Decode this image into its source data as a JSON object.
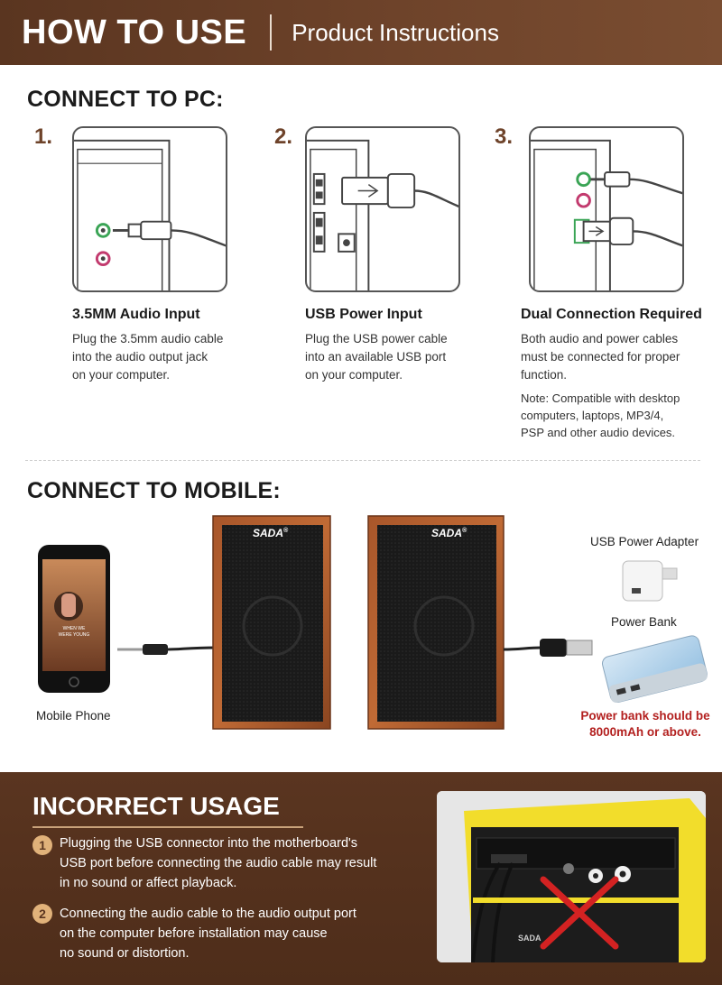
{
  "header": {
    "title": "HOW TO USE",
    "subtitle": "Product Instructions"
  },
  "pc": {
    "section_title": "CONNECT TO PC:",
    "steps": [
      {
        "num": "1.",
        "heading": "3.5MM Audio Input",
        "lines": [
          "Plug the 3.5mm audio cable",
          "into the audio output jack",
          "on your computer."
        ]
      },
      {
        "num": "2.",
        "heading": "USB Power Input",
        "lines": [
          "Plug the USB power cable",
          "into an available USB port",
          "on your computer."
        ]
      },
      {
        "num": "3.",
        "heading": "Dual Connection Required",
        "lines": [
          "Both audio and power cables",
          "must be connected for proper",
          "function."
        ],
        "note": [
          "Note: Compatible with desktop",
          "computers, laptops, MP3/4,",
          "PSP and other audio devices."
        ]
      }
    ]
  },
  "mobile": {
    "section_title": "CONNECT TO MOBILE:",
    "brand": "SADA",
    "brand_mark": "®",
    "phone_caption": "Mobile Phone",
    "phone_screen_text": [
      "WHEN WE",
      "WERE YOUNG"
    ],
    "adapter_caption": "USB Power Adapter",
    "powerbank_caption": "Power Bank",
    "powerbank_note": [
      "Power bank should be",
      "8000mAh or above."
    ]
  },
  "incorrect": {
    "section_title": "INCORRECT USAGE",
    "items": [
      {
        "num": "1",
        "lines": [
          "Plugging the USB connector into the motherboard's",
          "USB port before connecting the audio cable may result",
          "in no sound or affect playback."
        ]
      },
      {
        "num": "2",
        "lines": [
          "Connecting the audio cable to the audio output port",
          "on the computer before installation may cause",
          "no sound or distortion."
        ]
      }
    ],
    "photo_brand": "SADA"
  },
  "colors": {
    "brown": "#6e432a",
    "dark_brown": "#5a3520",
    "accent": "#e1b27a",
    "warning_red": "#b3201f",
    "yellow": "#f2dd2b"
  }
}
